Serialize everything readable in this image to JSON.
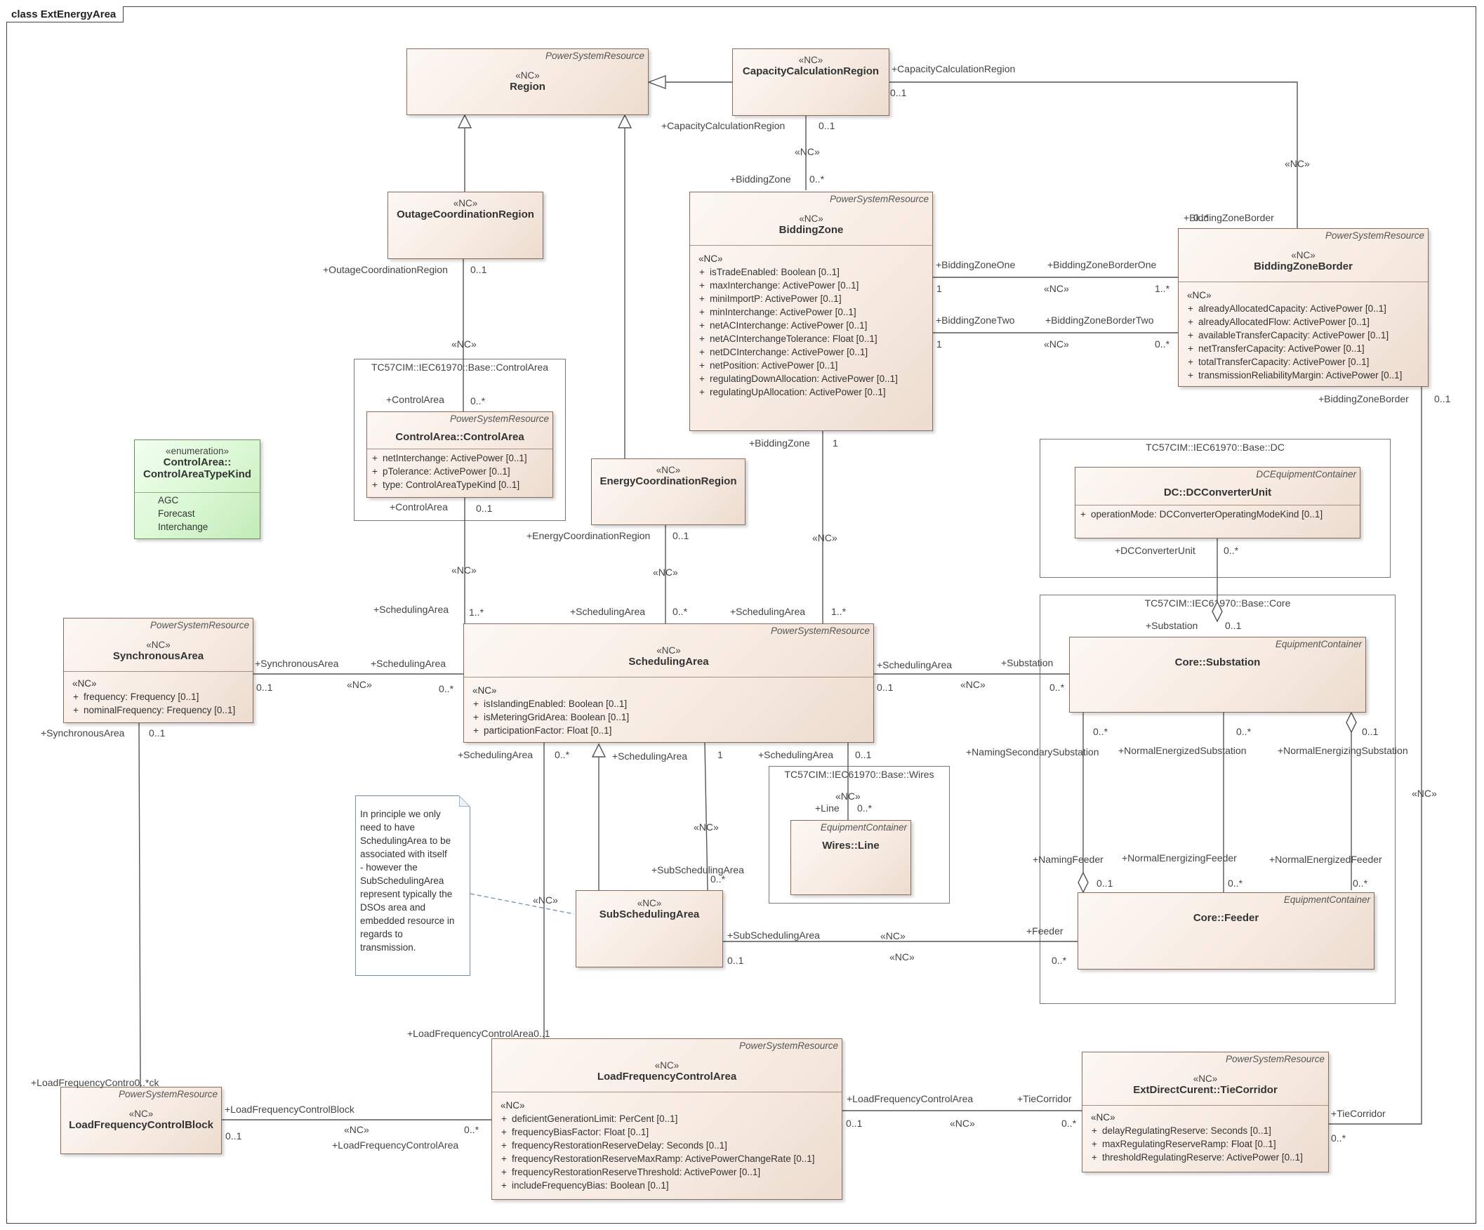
{
  "frame": {
    "title": "class ExtEnergyArea"
  },
  "packages": {
    "controlarea": "TC57CIM::IEC61970::Base::ControlArea",
    "dc": "TC57CIM::IEC61970::Base::DC",
    "core": "TC57CIM::IEC61970::Base::Core",
    "wires": "TC57CIM::IEC61970::Base::Wires"
  },
  "classes": {
    "region": {
      "parent": "PowerSystemResource",
      "stereotype": "«NC»",
      "name": "Region"
    },
    "capacityCalculationRegion": {
      "stereotype": "«NC»",
      "name": "CapacityCalculationRegion"
    },
    "outageCoordinationRegion": {
      "stereotype": "«NC»",
      "name": "OutageCoordinationRegion"
    },
    "biddingZone": {
      "parent": "PowerSystemResource",
      "stereotype": "«NC»",
      "name": "BiddingZone",
      "attr_stereotype": "«NC»",
      "attrs": [
        "isTradeEnabled: Boolean [0..1]",
        "maxInterchange: ActivePower [0..1]",
        "miniImportP: ActivePower [0..1]",
        "minInterchange: ActivePower [0..1]",
        "netACInterchange: ActivePower [0..1]",
        "netACInterchangeTolerance: Float [0..1]",
        "netDCInterchange: ActivePower [0..1]",
        "netPosition: ActivePower [0..1]",
        "regulatingDownAllocation: ActivePower [0..1]",
        "regulatingUpAllocation: ActivePower [0..1]"
      ]
    },
    "biddingZoneBorder": {
      "parent": "PowerSystemResource",
      "stereotype": "«NC»",
      "name": "BiddingZoneBorder",
      "attr_stereotype": "«NC»",
      "attrs": [
        "alreadyAllocatedCapacity: ActivePower [0..1]",
        "alreadyAllocatedFlow: ActivePower [0..1]",
        "availableTransferCapacity: ActivePower [0..1]",
        "netTransferCapacity: ActivePower [0..1]",
        "totalTransferCapacity: ActivePower [0..1]",
        "transmissionReliabilityMargin: ActivePower [0..1]"
      ]
    },
    "controlArea": {
      "parent": "PowerSystemResource",
      "name": "ControlArea::ControlArea",
      "attrs": [
        "netInterchange: ActivePower [0..1]",
        "pTolerance: ActivePower [0..1]",
        "type: ControlAreaTypeKind [0..1]"
      ]
    },
    "controlAreaTypeKind": {
      "stereotype": "«enumeration»",
      "name1": "ControlArea::",
      "name2": "ControlAreaTypeKind",
      "literals": [
        "AGC",
        "Forecast",
        "Interchange"
      ]
    },
    "energyCoordinationRegion": {
      "stereotype": "«NC»",
      "name": "EnergyCoordinationRegion"
    },
    "dcConverterUnit": {
      "parent": "DCEquipmentContainer",
      "name": "DC::DCConverterUnit",
      "attrs": [
        "operationMode: DCConverterOperatingModeKind [0..1]"
      ]
    },
    "synchronousArea": {
      "parent": "PowerSystemResource",
      "stereotype": "«NC»",
      "name": "SynchronousArea",
      "attr_stereotype": "«NC»",
      "attrs": [
        "frequency: Frequency [0..1]",
        "nominalFrequency: Frequency [0..1]"
      ]
    },
    "schedulingArea": {
      "parent": "PowerSystemResource",
      "stereotype": "«NC»",
      "name": "SchedulingArea",
      "attr_stereotype": "«NC»",
      "attrs": [
        "isIslandingEnabled: Boolean [0..1]",
        "isMeteringGridArea: Boolean [0..1]",
        "participationFactor: Float [0..1]"
      ]
    },
    "substation": {
      "parent": "EquipmentContainer",
      "name": "Core::Substation"
    },
    "line": {
      "parent": "EquipmentContainer",
      "name": "Wires::Line"
    },
    "subSchedulingArea": {
      "stereotype": "«NC»",
      "name": "SubSchedulingArea"
    },
    "feeder": {
      "parent": "EquipmentContainer",
      "name": "Core::Feeder"
    },
    "loadFrequencyControlArea": {
      "parent": "PowerSystemResource",
      "stereotype": "«NC»",
      "name": "LoadFrequencyControlArea",
      "attr_stereotype": "«NC»",
      "attrs": [
        "deficientGenerationLimit: PerCent [0..1]",
        "frequencyBiasFactor: Float [0..1]",
        "frequencyRestorationReserveDelay: Seconds [0..1]",
        "frequencyRestorationReserveMaxRamp: ActivePowerChangeRate [0..1]",
        "frequencyRestorationReserveThreshold: ActivePower [0..1]",
        "includeFrequencyBias: Boolean [0..1]"
      ]
    },
    "loadFrequencyControlBlock": {
      "parent": "PowerSystemResource",
      "stereotype": "«NC»",
      "name": "LoadFrequencyControlBlock"
    },
    "tieCorridor": {
      "parent": "PowerSystemResource",
      "stereotype": "«NC»",
      "name": "ExtDirectCurent::TieCorridor",
      "attr_stereotype": "«NC»",
      "attrs": [
        "delayRegulatingReserve: Seconds [0..1]",
        "maxRegulatingReserveRamp: Float [0..1]",
        "thresholdRegulatingReserve: ActivePower [0..1]"
      ]
    }
  },
  "note": {
    "lines": [
      "In principle we only",
      "need to have",
      "SchedulingArea to be",
      "associated with itself",
      "- however the",
      "SubSchedulingArea",
      "represent typically the",
      "DSOs area and",
      "embedded resource in",
      "regards to",
      "transmission."
    ]
  },
  "labels": [
    "+CapacityCalculationRegion",
    "0..1",
    "+CapacityCalculationRegion",
    "0..1",
    "«NC»",
    "+BiddingZone",
    "0..*",
    "«NC»",
    "+BiddingZoneBorder",
    "0..*",
    "+BiddingZoneOne",
    "+BiddingZoneBorderOne",
    "1",
    "«NC»",
    "1..*",
    "+BiddingZoneTwo",
    "+BiddingZoneBorderTwo",
    "1",
    "«NC»",
    "0..*",
    "+BiddingZoneBorder",
    "0..1",
    "+OutageCoordinationRegion",
    "0..1",
    "«NC»",
    "+ControlArea",
    "0..*",
    "+ControlArea",
    "0..1",
    "«NC»",
    "+SchedulingArea",
    "1..*",
    "+BiddingZone",
    "1",
    "«NC»",
    "+SchedulingArea",
    "1..*",
    "+EnergyCoordinationRegion",
    "0..1",
    "«NC»",
    "+SchedulingArea",
    "0..*",
    "+DCConverterUnit",
    "0..*",
    "+Substation",
    "0..1",
    "+SynchronousArea",
    "+SchedulingArea",
    "0..1",
    "«NC»",
    "0..*",
    "+SchedulingArea",
    "+Substation",
    "0..1",
    "«NC»",
    "0..*",
    "+SynchronousArea",
    "0..1",
    "+SchedulingArea",
    "0..*",
    "+SchedulingArea",
    "1",
    "+SchedulingArea",
    "0..1",
    "«NC»",
    "+Line",
    "0..*",
    "«NC»",
    "+SubSchedulingArea",
    "0..*",
    "«NC»",
    "0..*",
    "0..*",
    "0..1",
    "+NamingSecondarySubstation",
    "+NormalEnergizedSubstation",
    "+NormalEnergizingSubstation",
    "«NC»",
    "+NamingFeeder",
    "0..1",
    "+NormalEnergizingFeeder",
    "0..*",
    "+NormalEnergizedFeeder",
    "0..*",
    "«NC»",
    "+SubSchedulingArea",
    "0..1",
    "«NC»",
    "+Feeder",
    "0..*",
    "+LoadFrequencyControlArea0..1",
    "+LoadFrequencyContro0..*ck",
    "+LoadFrequencyControlBlock",
    "0..1",
    "«NC»",
    "0..*",
    "+LoadFrequencyControlArea",
    "+LoadFrequencyControlArea",
    "+TieCorridor",
    "0..1",
    "«NC»",
    "0..*",
    "+TieCorridor",
    "0..*"
  ]
}
